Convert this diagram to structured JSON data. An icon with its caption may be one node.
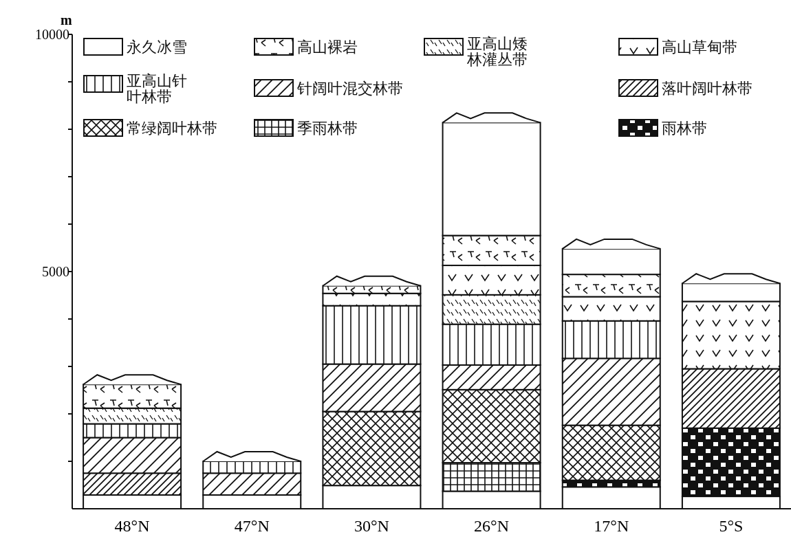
{
  "diagram": {
    "chart_data": {
      "type": "bar",
      "ylabel": "m",
      "stacked": true,
      "ylim": [
        0,
        10000
      ],
      "yticks": [
        5000,
        10000
      ],
      "legend": "top",
      "categories": [
        "48°N",
        "47°N",
        "30°N",
        "26°N",
        "17°N",
        "5°S"
      ],
      "series": [
        {
          "values": [
            290,
            290,
            490,
            370,
            460,
            260
          ]
        },
        {
          "name": "雨林带",
          "values": [
            null,
            null,
            null,
            null,
            140,
            1440
          ]
        },
        {
          "name": "季雨林带",
          "values": [
            null,
            null,
            null,
            600,
            null,
            null
          ]
        },
        {
          "name": "常绿阔叶林带",
          "values": [
            null,
            null,
            1560,
            1540,
            1160,
            null
          ]
        },
        {
          "name": "落叶阔叶林带",
          "values": [
            460,
            null,
            null,
            null,
            null,
            1250
          ]
        },
        {
          "name": "针阔叶混交林带",
          "values": [
            750,
            460,
            1000,
            520,
            1410,
            null
          ]
        },
        {
          "name": "亚高山针叶林带",
          "values": [
            290,
            250,
            1230,
            860,
            790,
            null
          ]
        },
        {
          "name": "亚高山矮林灌丛带",
          "values": [
            330,
            null,
            null,
            620,
            null,
            null
          ]
        },
        {
          "name": "高山草甸带",
          "values": [
            null,
            null,
            260,
            620,
            510,
            1420
          ]
        },
        {
          "name": "高山裸岩",
          "values": [
            500,
            null,
            160,
            630,
            470,
            null
          ]
        },
        {
          "name": "永久冰雪",
          "values": [
            null,
            null,
            null,
            2380,
            540,
            380
          ]
        }
      ]
    }
  }
}
